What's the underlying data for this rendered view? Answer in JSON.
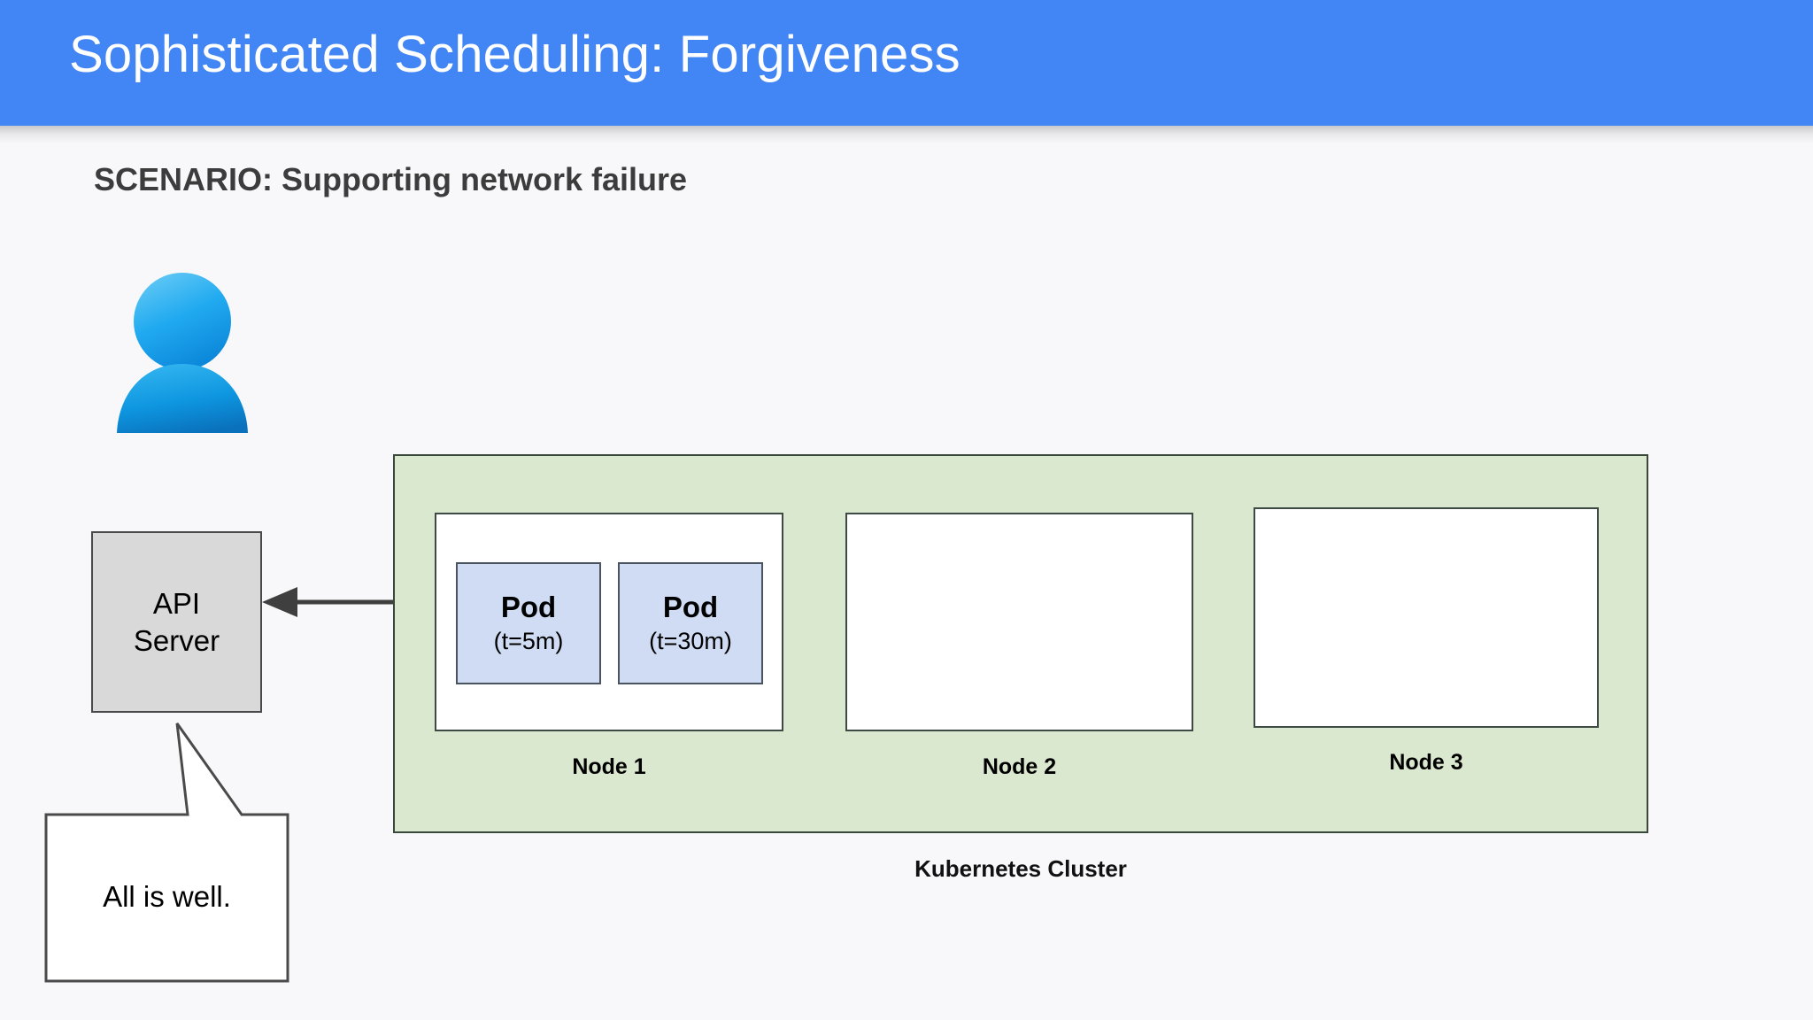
{
  "slide": {
    "title": "Sophisticated Scheduling: Forgiveness",
    "scenario": "SCENARIO: Supporting network failure",
    "banner_color": "#4285f4",
    "background_color": "#f8f8fa"
  },
  "actor": {
    "icon": "person-icon",
    "speech_bubble_text": "All is well."
  },
  "api_server": {
    "line1": "API",
    "line2": "Server",
    "fill_color": "#d9d9d9"
  },
  "arrow": {
    "name": "node-to-api-arrow",
    "direction": "left",
    "color": "#3f3f3f"
  },
  "cluster": {
    "label": "Kubernetes Cluster",
    "fill_color": "#dbe8d0",
    "nodes": [
      {
        "label": "Node 1",
        "pods": [
          {
            "title": "Pod",
            "toleration": "(t=5m)"
          },
          {
            "title": "Pod",
            "toleration": "(t=30m)"
          }
        ]
      },
      {
        "label": "Node 2",
        "pods": []
      },
      {
        "label": "Node 3",
        "pods": []
      }
    ],
    "pod_fill_color": "#cfdcf4"
  }
}
